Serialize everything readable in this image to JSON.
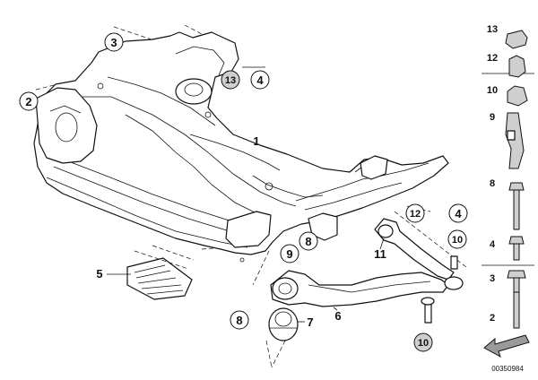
{
  "diagram": {
    "document_number": "00350984",
    "callouts_main": [
      "1",
      "2",
      "3",
      "4",
      "4",
      "5",
      "6",
      "7",
      "8",
      "8",
      "9",
      "10",
      "10",
      "11",
      "12",
      "13"
    ],
    "parts_column": [
      "13",
      "12",
      "10",
      "9",
      "8",
      "4",
      "3",
      "2"
    ]
  },
  "colors": {
    "line": "#111111",
    "callout_fill_grey": "#cfcfcf",
    "callout_fill_white": "#ffffff"
  }
}
